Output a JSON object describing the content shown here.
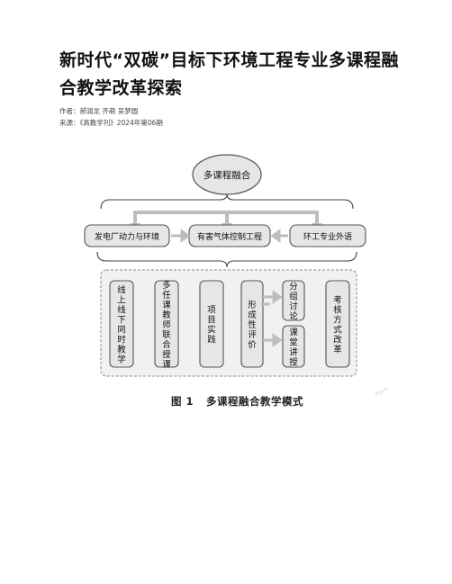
{
  "article": {
    "title": "新时代“双碳”目标下环境工程专业多课程融合教学改革探索",
    "authors_label": "作者：",
    "authors": "郝润龙 齐萌 吴梦圆",
    "source_label": "来源：",
    "source": "《高教学刊》2024年第06期"
  },
  "figure": {
    "top_node": "多课程融合",
    "courses": [
      "发电厂动力与环境",
      "有害气体控制工程",
      "环工专业外语"
    ],
    "methods": [
      "线上线下同时教学",
      "多任课教师联合授课",
      "项目实践",
      "形成性评价",
      "分组讨论",
      "课堂讲授",
      "考核方式改革"
    ],
    "caption_number": "图 1",
    "caption_text": "多课程融合教学模式",
    "colors": {
      "box_fill": "#e6e6e6",
      "box_stroke": "#555555",
      "arrow_gray": "#9a9a9a",
      "dashed_border": "#8a8a8a"
    }
  }
}
